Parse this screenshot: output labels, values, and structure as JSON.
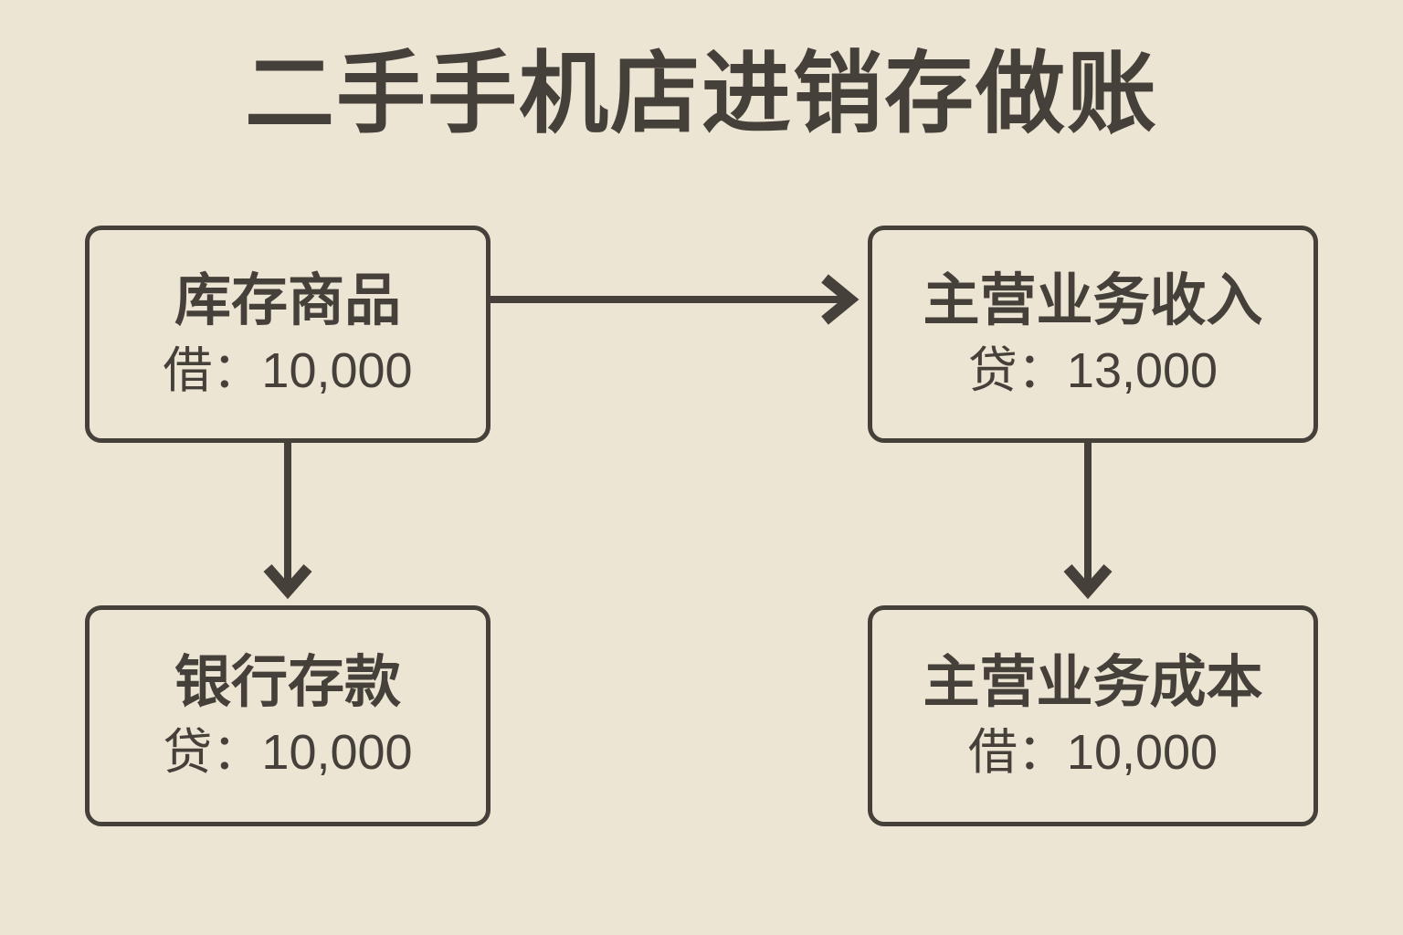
{
  "title": "二手手机店进销存做账",
  "colors": {
    "background": "#EDE5D4",
    "ink": "#45413A"
  },
  "diagram": {
    "nodes": [
      {
        "id": "inventory",
        "label": "库存商品",
        "entry": "借：10,000",
        "position": "top-left"
      },
      {
        "id": "revenue",
        "label": "主营业务收入",
        "entry": "贷：13,000",
        "position": "top-right"
      },
      {
        "id": "bank",
        "label": "银行存款",
        "entry": "贷：10,000",
        "position": "bottom-left"
      },
      {
        "id": "cost",
        "label": "主营业务成本",
        "entry": "借：10,000",
        "position": "bottom-right"
      }
    ],
    "edges": [
      {
        "from": "inventory",
        "to": "revenue",
        "direction": "right"
      },
      {
        "from": "inventory",
        "to": "bank",
        "direction": "down"
      },
      {
        "from": "revenue",
        "to": "cost",
        "direction": "down"
      }
    ]
  }
}
